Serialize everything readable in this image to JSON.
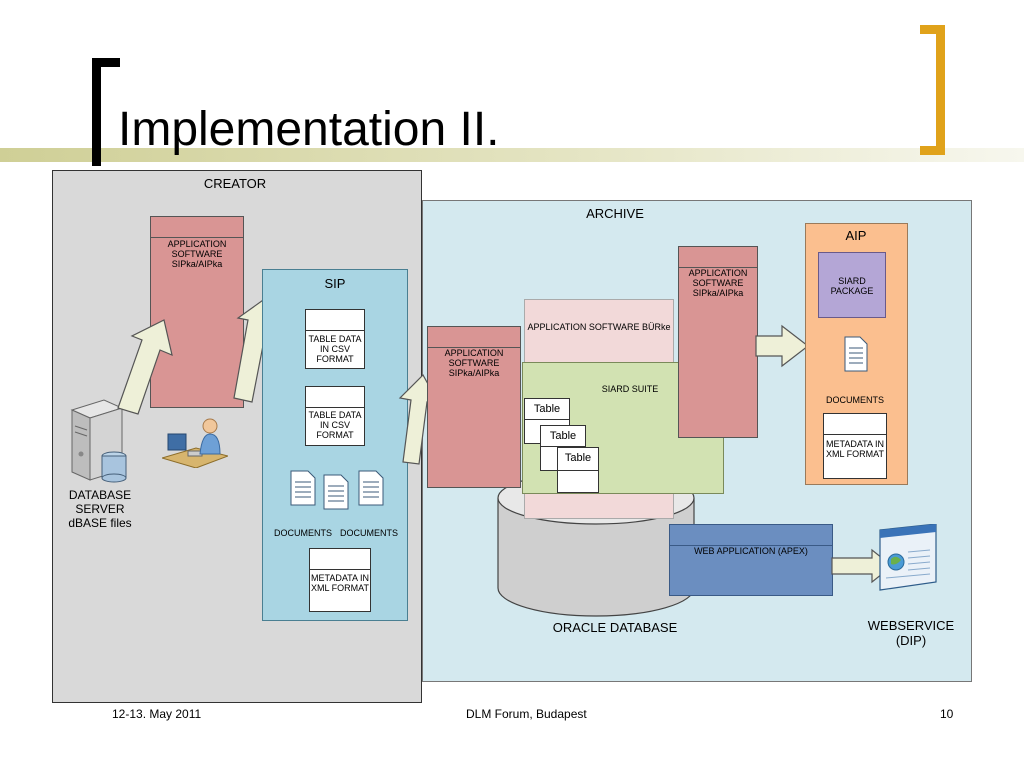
{
  "slide": {
    "title": "Implementation II.",
    "footer_left": "12-13. May 2011",
    "footer_center": "DLM Forum, Budapest",
    "footer_right": "10"
  },
  "creator": {
    "label": "CREATOR",
    "app_software": "APPLICATION SOFTWARE SIPka/AIPka",
    "server_label": "DATABASE SERVER dBASE files",
    "server_icon": "database-server-icon",
    "user_icon": "user-at-computer-icon"
  },
  "sip": {
    "label": "SIP",
    "table_data_1": "TABLE DATA IN CSV FORMAT",
    "table_data_2": "TABLE DATA IN CSV FORMAT",
    "documents_1": "DOCUMENTS",
    "documents_2": "DOCUMENTS",
    "metadata": "METADATA IN XML FORMAT",
    "document_icon": "document-icon"
  },
  "archive": {
    "label": "ARCHIVE",
    "app_software_left": "APPLICATION SOFTWARE SIPka/AIPka",
    "app_software_right": "APPLICATION SOFTWARE SIPka/AIPka",
    "burke": "APPLICATION SOFTWARE BÜRke",
    "siard_suite": "SIARD SUITE",
    "table_1": "Table",
    "table_2": "Table",
    "table_3": "Table",
    "web_app": "WEB APPLICATION (APEX)",
    "oracle": "ORACLE DATABASE"
  },
  "aip": {
    "label": "AIP",
    "siard_package": "SIARD PACKAGE",
    "documents": "DOCUMENTS",
    "metadata": "METADATA IN XML FORMAT",
    "document_icon": "document-icon"
  },
  "webservice": {
    "label": "WEBSERVICE (DIP)",
    "icon": "browser-window-icon"
  },
  "colors": {
    "title_bar": "#d6d6a3",
    "bracket": "#e0a21a",
    "creator_bg": "#d9d9d9",
    "archive_bg": "#d4e9ef",
    "sip_bg": "#a9d5e3",
    "app_red": "#d99594",
    "burke_pink": "#f2d9d9",
    "siard_green": "#d2e2b2",
    "aip_orange": "#fbbf8f",
    "siard_package_purple": "#b4a6d6",
    "web_app_blue": "#6b8ec0",
    "arrow_fill": "#eef0d8"
  }
}
